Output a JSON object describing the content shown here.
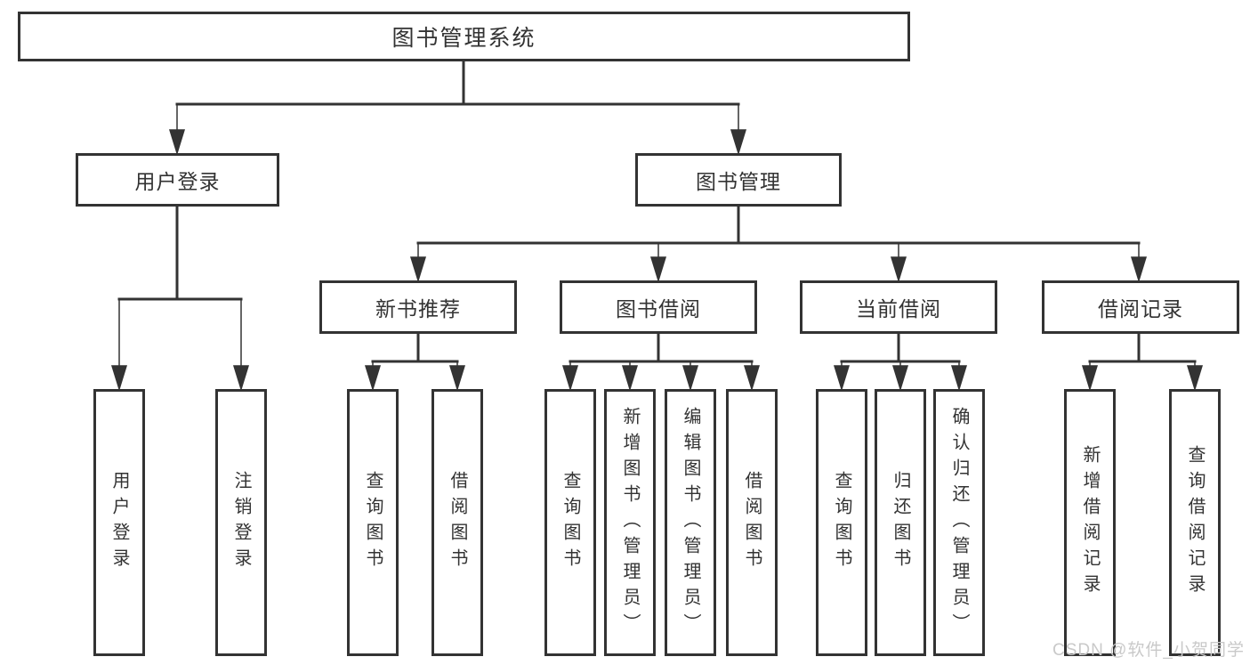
{
  "diagram": {
    "type": "tree-structure-chart",
    "colors": {
      "line": "#333333",
      "box_border": "#333333",
      "text": "#333333",
      "background": "#ffffff",
      "watermark": "#c9c9c9"
    }
  },
  "tree": {
    "root": {
      "label": "图书管理系统"
    },
    "children": [
      {
        "label": "用户登录",
        "children": [
          {
            "label": "用户登录"
          },
          {
            "label": "注销登录"
          }
        ]
      },
      {
        "label": "图书管理",
        "children": [
          {
            "label": "新书推荐",
            "children": [
              {
                "label": "查询图书"
              },
              {
                "label": "借阅图书"
              }
            ]
          },
          {
            "label": "图书借阅",
            "children": [
              {
                "label": "查询图书"
              },
              {
                "label": "新增图书（管理员）"
              },
              {
                "label": "编辑图书（管理员）"
              },
              {
                "label": "借阅图书"
              }
            ]
          },
          {
            "label": "当前借阅",
            "children": [
              {
                "label": "查询图书"
              },
              {
                "label": "归还图书"
              },
              {
                "label": "确认归还（管理员）"
              }
            ]
          },
          {
            "label": "借阅记录",
            "children": [
              {
                "label": "新增借阅记录"
              },
              {
                "label": "查询借阅记录"
              }
            ]
          }
        ]
      }
    ]
  },
  "watermark": {
    "text": "CSDN @软件_小贺同学"
  }
}
